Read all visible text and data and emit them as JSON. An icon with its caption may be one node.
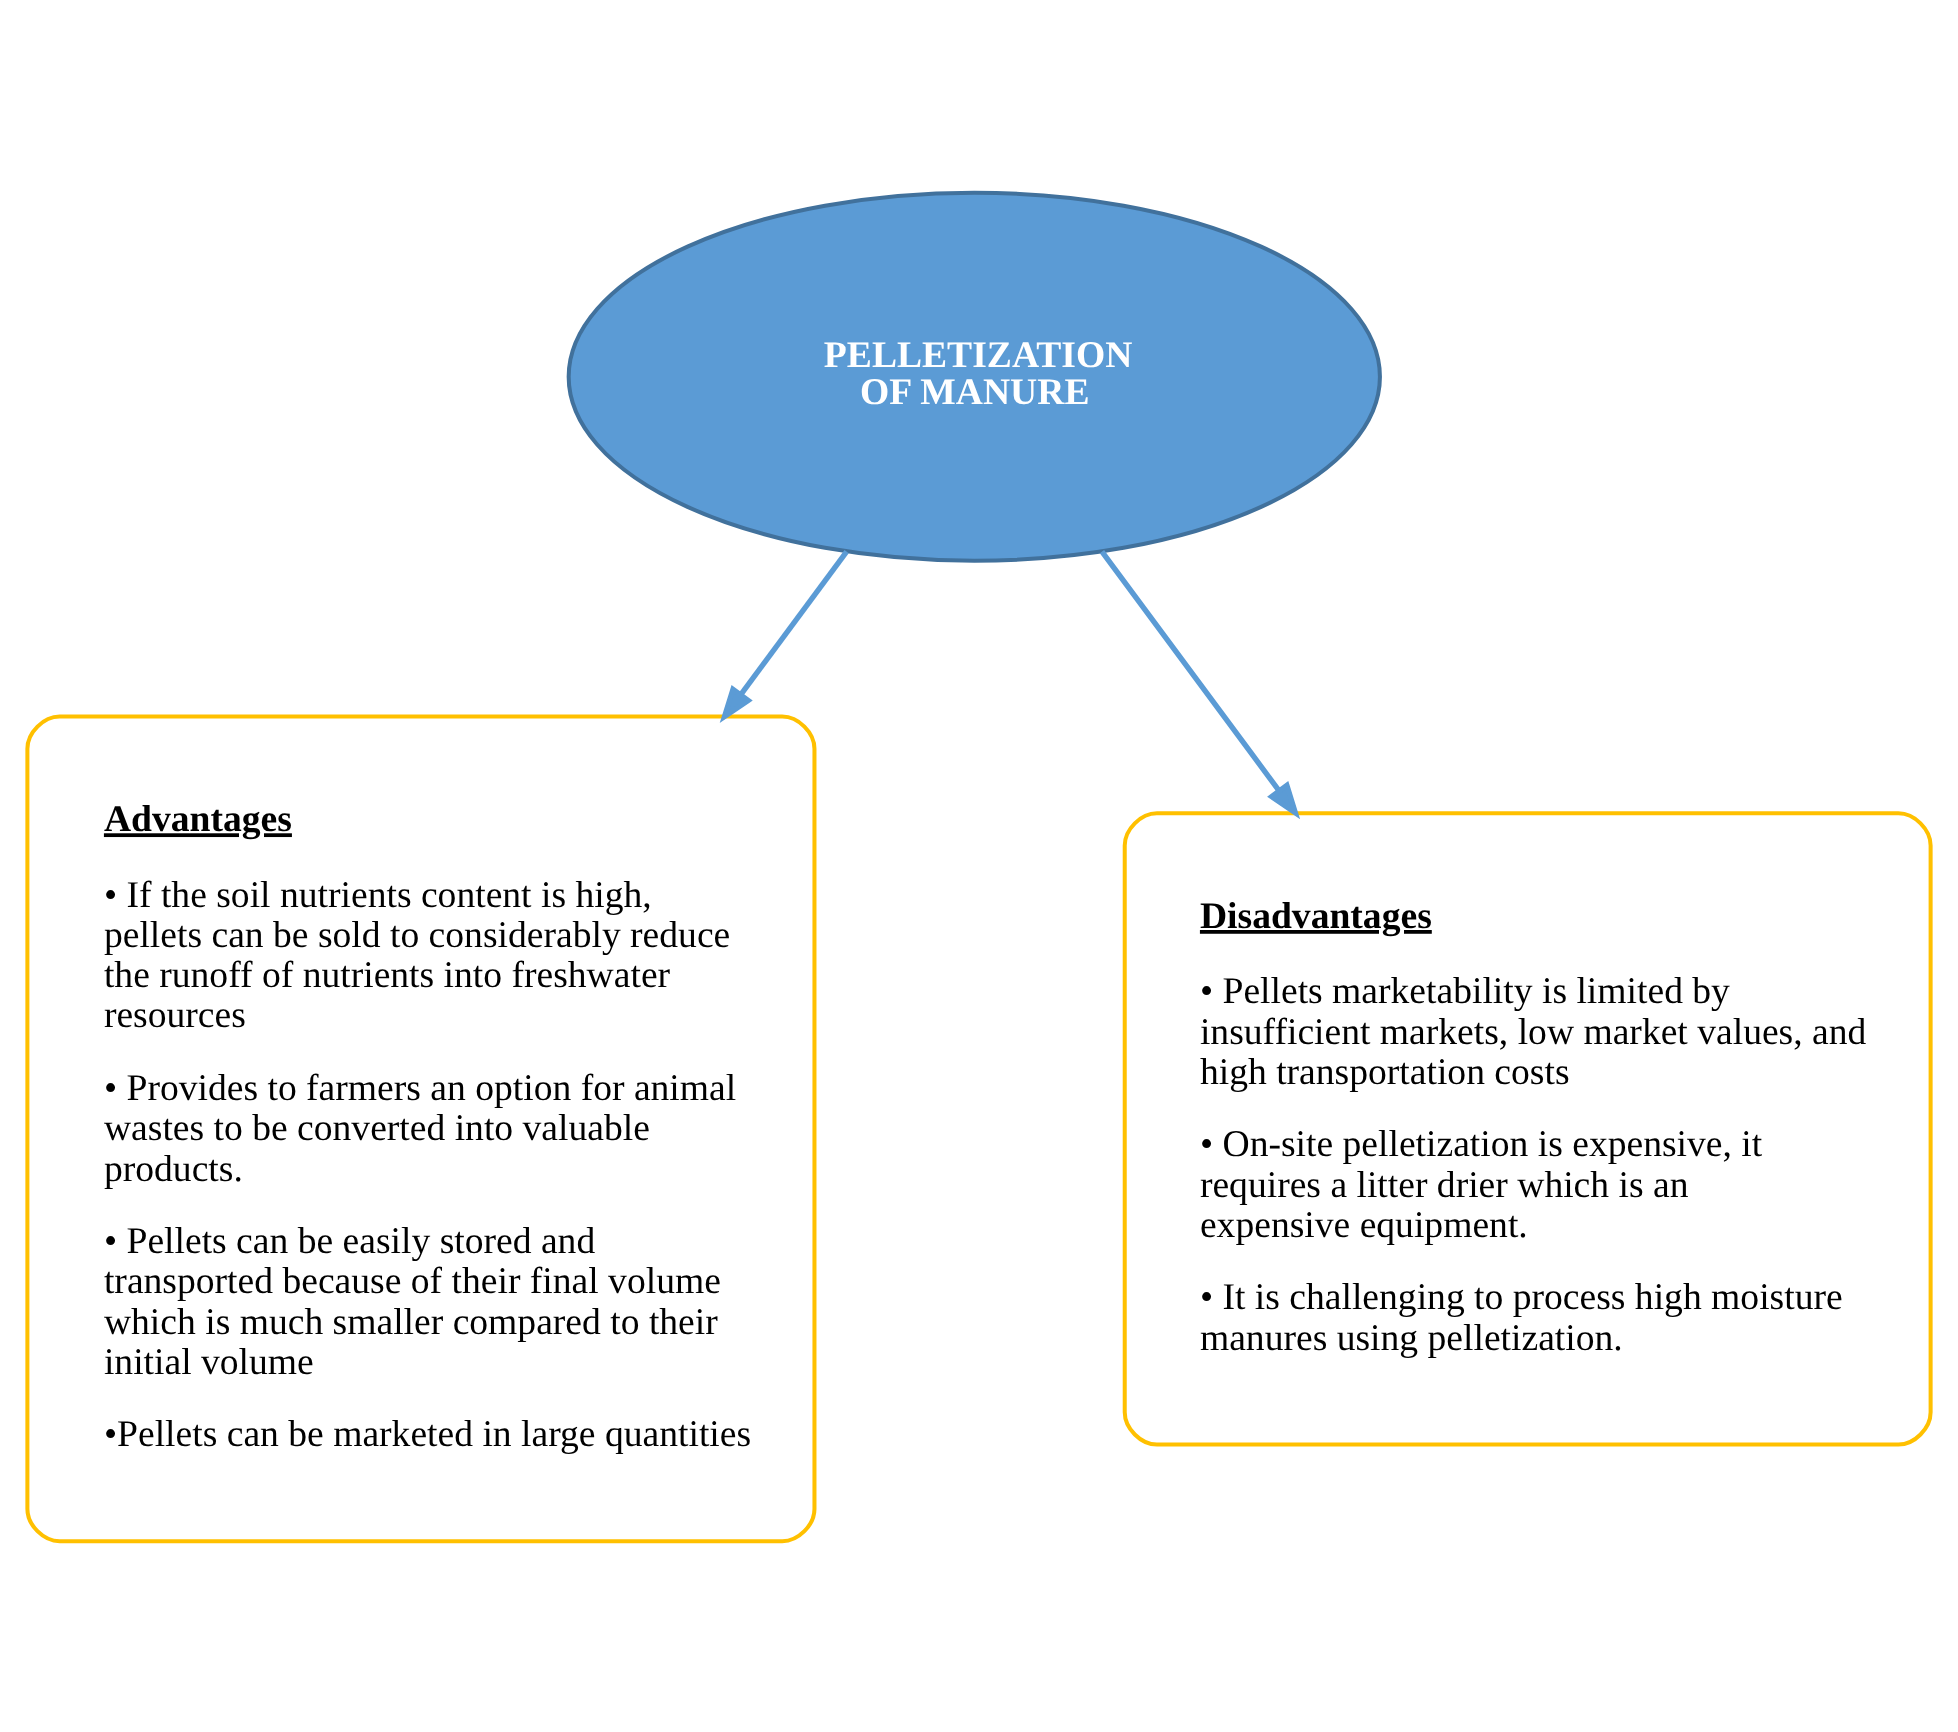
{
  "diagram": {
    "nodes": [
      {
        "text": [
          "PELLETIZATION OF MANURE"
        ]
      },
      {
        "text": [
          "Advantages",
          "• If the soil nutrients content is high, pellets can be sold to considerably reduce the runoff of nutrients into freshwater resources",
          "• Provides to farmers an option for animal wastes to be converted into valuable products.",
          "• Pellets can be easily stored and transported because of their final volume which is much smaller compared to their initial volume",
          "•Pellets can be marketed in large quantities"
        ]
      },
      {
        "text": [
          "Disadvantages",
          "• Pellets marketability is limited by insufficient markets, low market values, and high transportation costs",
          "• On-site pelletization is expensive, it requires a litter drier which is an expensive equipment.",
          "• It is challenging to process high moisture manures using pelletization."
        ]
      }
    ],
    "edges": [
      {
        "from": 0,
        "to": 1,
        "arrow": "to"
      },
      {
        "from": 0,
        "to": 2,
        "arrow": "to"
      }
    ]
  }
}
